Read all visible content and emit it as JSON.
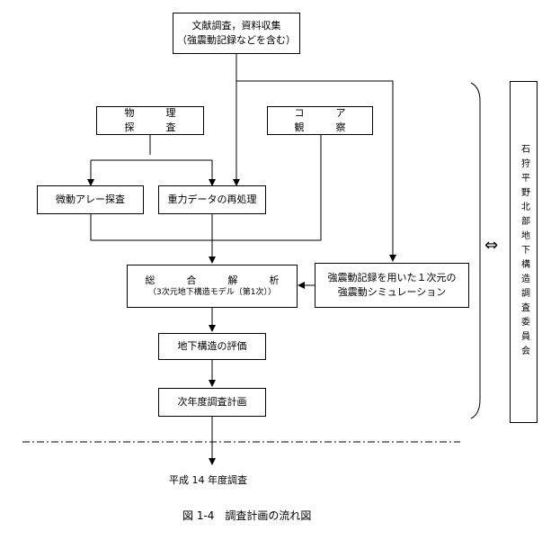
{
  "nodes": {
    "literature": {
      "line1": "文献調査，資料収集",
      "line2": "（強震動記録などを含む）"
    },
    "physical": "物　理　探　査",
    "core": "コ　ア　観　察",
    "microtremor": "微動アレー探査",
    "gravity": "重力データの再処理",
    "analysis": {
      "line1": "総　合　解　析",
      "line2": "（3次元地下構造モデル（第1次））"
    },
    "simulation": {
      "line1": "強震動記録を用いた１次元の",
      "line2": "強震動シミュレーション"
    },
    "evaluation": "地下構造の評価",
    "plan": "次年度調査計画",
    "committee": "石狩平野北部地下構造調査委員会"
  },
  "next_year": "平成 14 年度調査",
  "caption": "図 1-4　調査計画の流れ図",
  "arrow_glyph": "⇔"
}
